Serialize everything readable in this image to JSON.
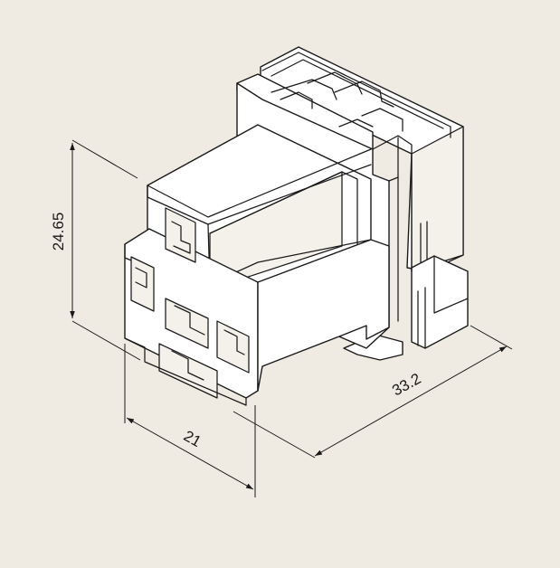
{
  "diagram": {
    "dimensions": {
      "height": "24.65",
      "width": "21",
      "depth": "33.2"
    },
    "colors": {
      "background": "#efebe2",
      "line": "#1a1a1a",
      "part_fill": "#ffffff"
    }
  }
}
